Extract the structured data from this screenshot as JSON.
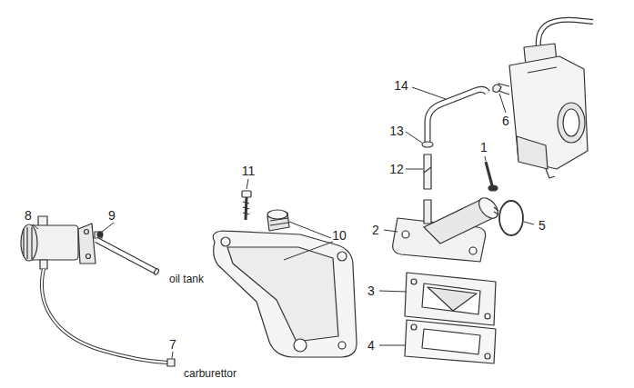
{
  "diagram": {
    "labels": [
      "14",
      "6",
      "1",
      "13",
      "12",
      "11",
      "9",
      "8",
      "10",
      "2",
      "5",
      "oil tank",
      "3",
      "7",
      "4",
      "carburettor"
    ]
  }
}
